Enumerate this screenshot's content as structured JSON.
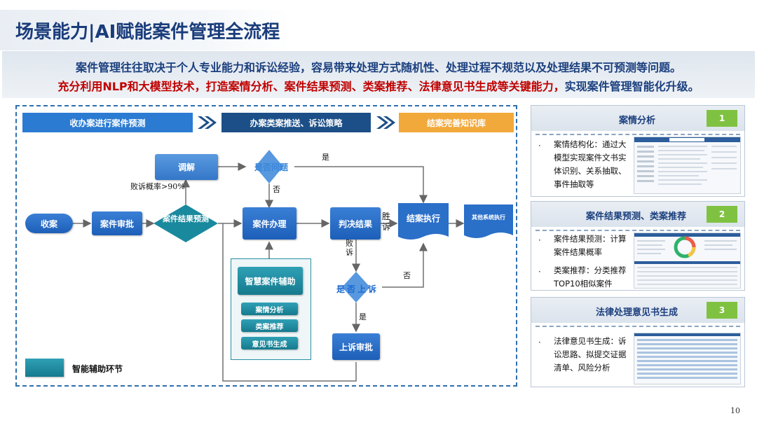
{
  "header": {
    "title": "场景能力|AI赋能案件管理全流程",
    "line1": "案件管理往往取决于个人专业能力和诉讼经验，容易带来处理方式随机性、处理过程不规范以及处理结果不可预测等问题。",
    "line2_red": "充分利用NLP和大模型技术，打造案情分析、案件结果预测、类案推荐、法律意见书生成等关键能力，",
    "line2_blue": "实现案件管理智能化升级。"
  },
  "phases": [
    "收办案进行案件预测",
    "办案类案推送、诉讼策略",
    "结案完善知识库"
  ],
  "flow": {
    "intake": "收案",
    "review": "案件审批",
    "predict": "案件结果预测",
    "mediate": "调解",
    "mediate_cond": "败诉概率>90%",
    "question": "是否问题",
    "yes1": "是",
    "no1": "否",
    "handle": "案件办理",
    "verdict": "判决结果",
    "win": "胜诉",
    "lose": "败诉",
    "execute": "结案执行",
    "other_exec": "其他系统执行",
    "appeal_q": "是否上诉",
    "appeal_no": "否",
    "appeal_yes": "是",
    "appeal_approve": "上诉审批",
    "smart_assist": "智慧案件辅助",
    "assist_items": [
      "案情分析",
      "类案推荐",
      "意见书生成"
    ],
    "legend": "智能辅助环节"
  },
  "cards": [
    {
      "title": "案情分析",
      "num": "1",
      "bullet": "·",
      "text": "案情结构化：通过大模型实现案件文书实体识别、关系抽取、事件抽取等"
    },
    {
      "title": "案件结果预测、类案推荐",
      "num": "2",
      "bullet": "·",
      "text1": "案件结果预测：计算案件结果概率",
      "text2": "类案推荐：分类推荐TOP10相似案件"
    },
    {
      "title": "法律处理意见书生成",
      "num": "3",
      "bullet": "·",
      "text": "法律意见书生成：诉讼思路、拟提交证据清单、风险分析"
    }
  ],
  "page_number": "10",
  "colors": {
    "phase1": "#2b7bd3",
    "phase2": "#1c4f87",
    "phase3": "#f2a93b",
    "teal": "#1d8ca0",
    "title": "#1a3c7a",
    "red": "#c00000"
  }
}
